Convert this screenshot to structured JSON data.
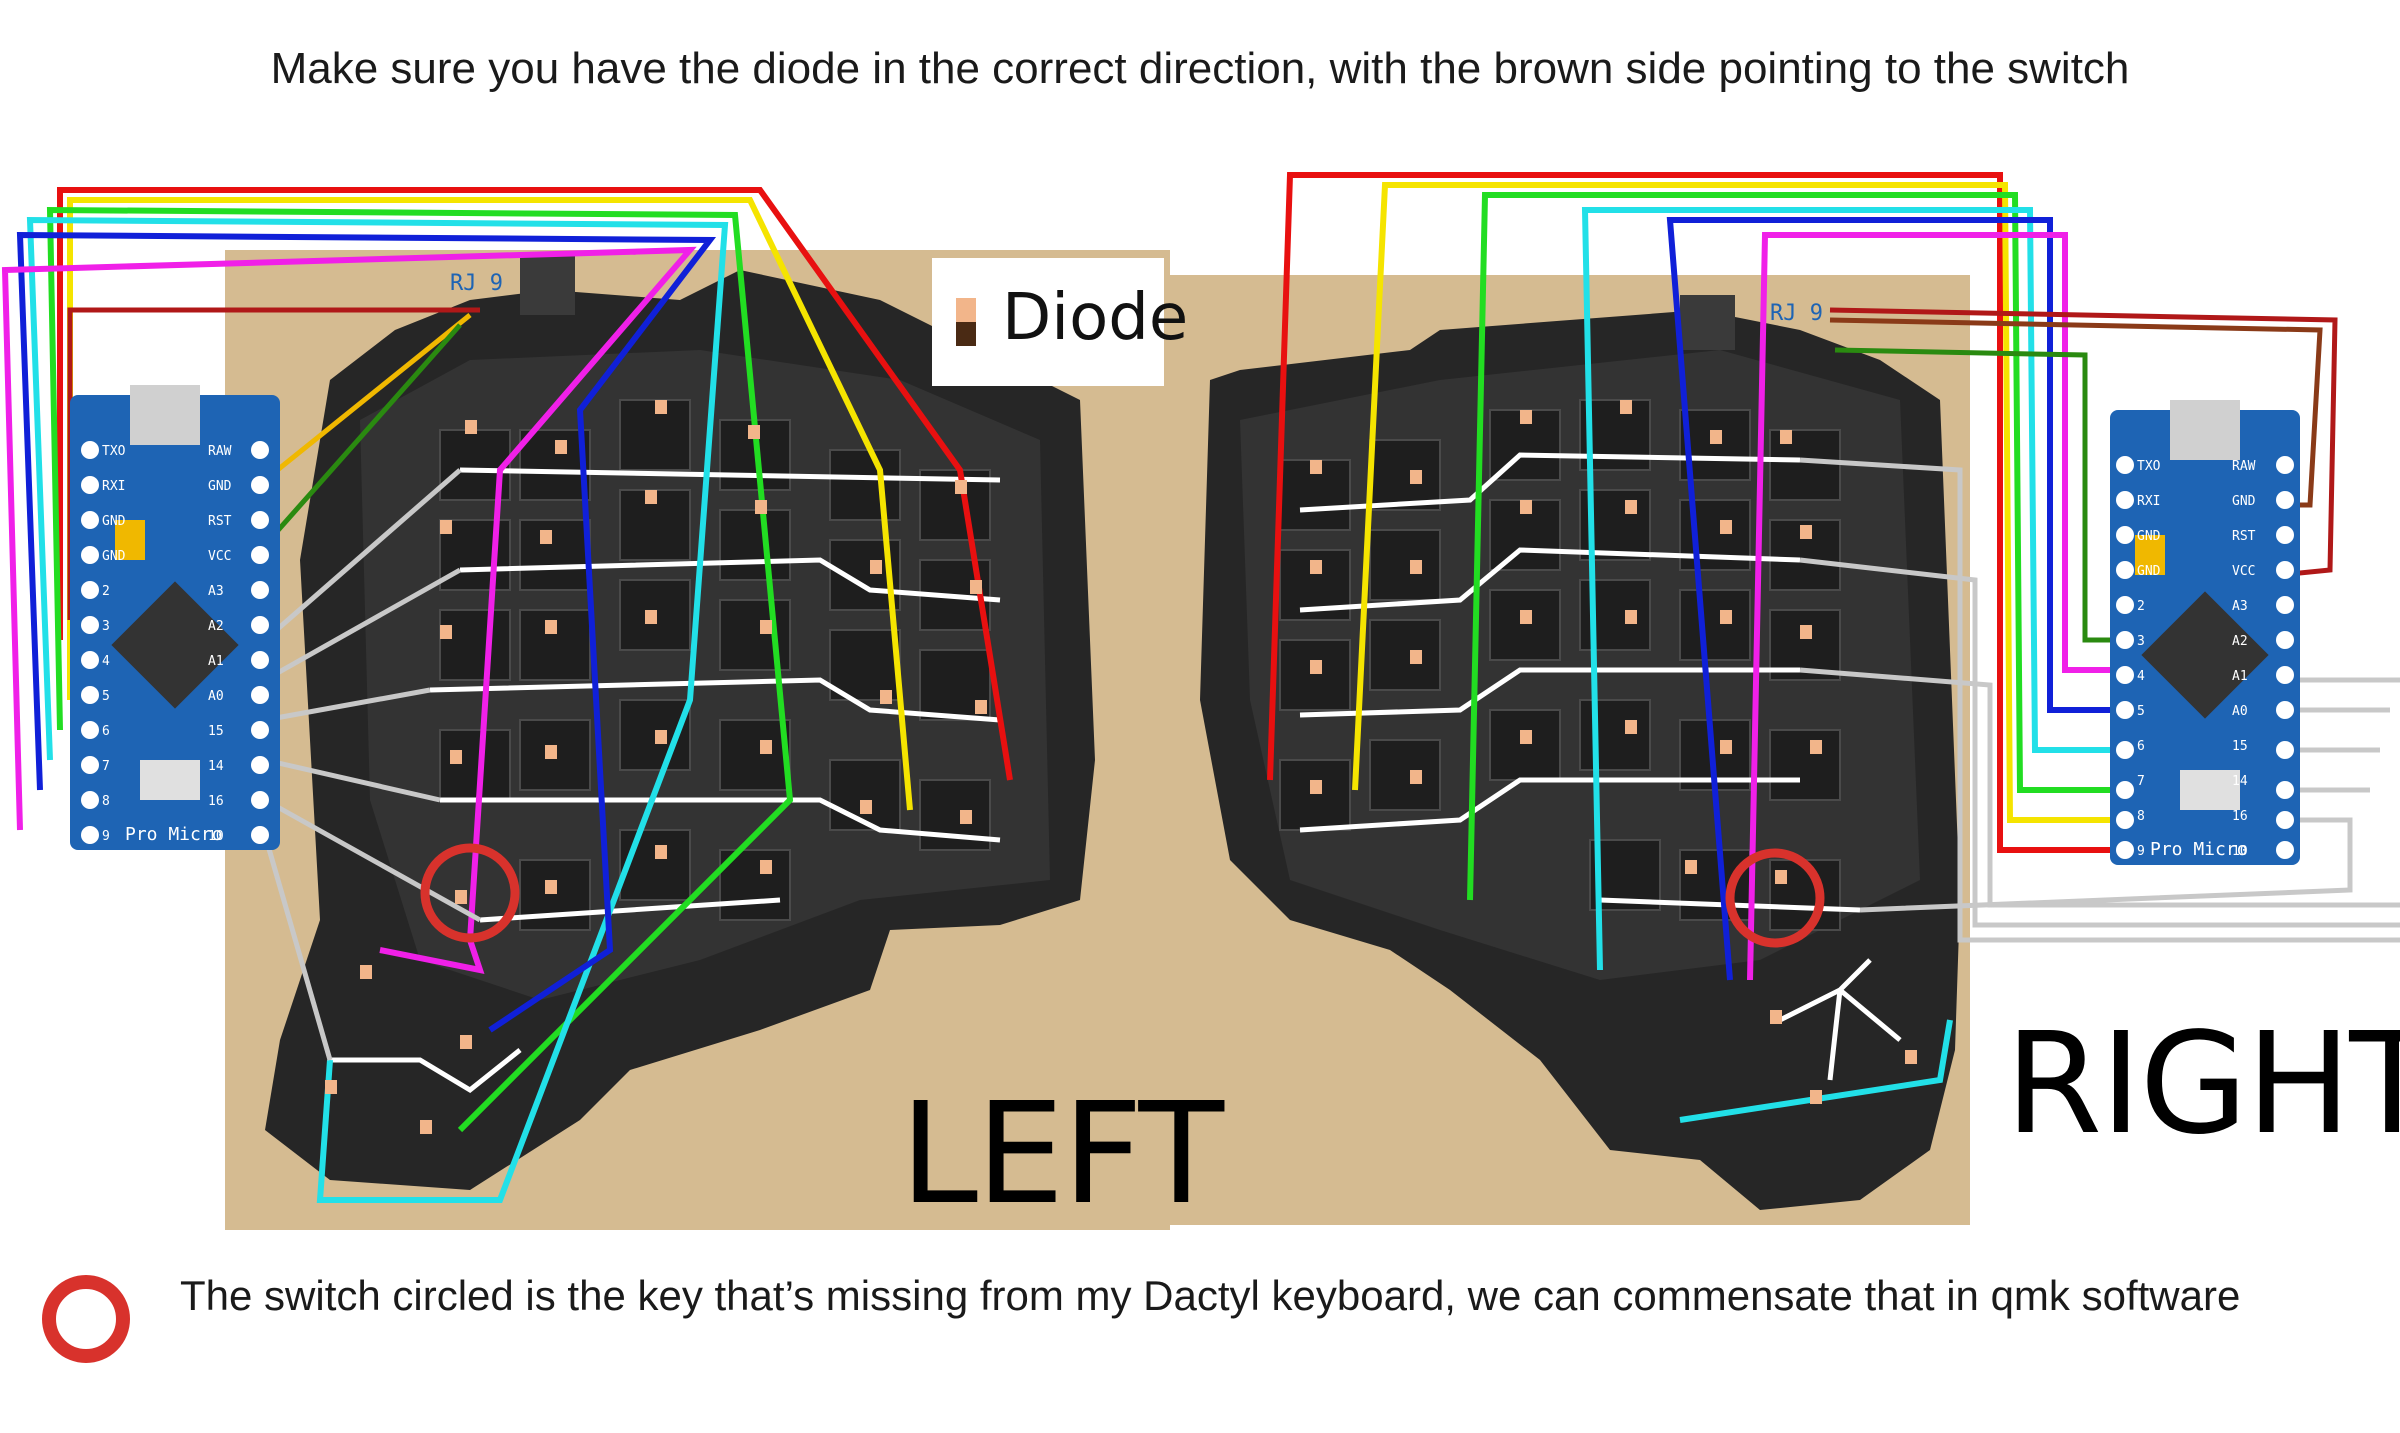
{
  "top_instruction": "Make sure you have the diode in the correct direction, with the brown side pointing to the switch",
  "legend": {
    "diode_label": "Diode"
  },
  "halves": {
    "left": "LEFT",
    "right": "RIGHT"
  },
  "connector_label": "RJ 9",
  "board_label": "Pro Micro",
  "pin_labels_left": [
    "TXO",
    "RXI",
    "GND",
    "GND",
    "2",
    "3",
    "4",
    "5",
    "6",
    "7",
    "8",
    "9"
  ],
  "pin_labels_right": [
    "RAW",
    "GND",
    "RST",
    "VCC",
    "A3",
    "A2",
    "A1",
    "A0",
    "15",
    "14",
    "16",
    "10"
  ],
  "bottom_note": "The switch circled is the key that’s missing from my Dactyl keyboard, we can commensate that in qmk software",
  "colors": {
    "red": "#e81010",
    "orange": "#ff8c00",
    "yellow": "#f5e400",
    "green": "#22dd22",
    "cyan": "#22e0e8",
    "blue": "#1020d8",
    "magenta": "#f020e8",
    "darkred": "#b01818",
    "brown": "#8a3a18",
    "darkgreen": "#2a8a10",
    "gold": "#f0b800",
    "gray": "#c8c8c8",
    "white": "#ffffff",
    "circle": "#d8322c",
    "board": "#1e64b4"
  }
}
